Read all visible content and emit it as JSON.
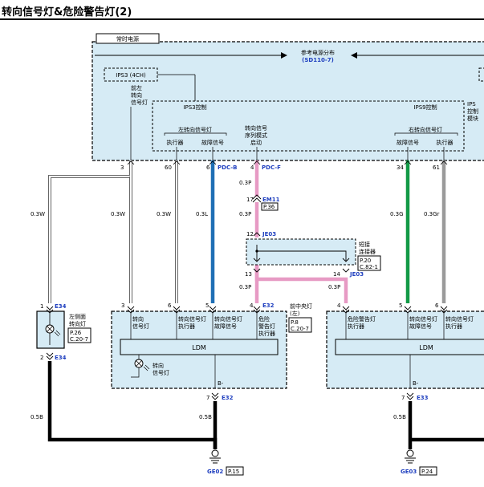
{
  "title": "转向信号灯&危险警告灯(2)",
  "top_box": {
    "constant_power_label": "常时电源",
    "ref_power_line1": "参考电源分布",
    "ref_power_line2": "(SD110-7)",
    "ips3_4ch": "IPS3 (4CH)",
    "front_left_turn": [
      "前左",
      "转向",
      "信号灯"
    ],
    "ips3_control": "IPS3控制",
    "ips9_control": "IPS9控制",
    "ips_module": [
      "IPS",
      "控制",
      "模块"
    ],
    "left_turn_lamp": "左转向信号灯",
    "right_turn_lamp": "右转向信号灯",
    "executor": "执行器",
    "fault_signal": "故障信号",
    "turn_seq_mode": [
      "转向信号",
      "序列模式",
      "启动"
    ]
  },
  "pins_top": [
    {
      "pin": "3",
      "wire": "0.3W"
    },
    {
      "pin": "60",
      "wire": "0.3W"
    },
    {
      "pin": "6",
      "connector": "PDC-B",
      "wire": "0.3L"
    },
    {
      "pin": "4",
      "connector": "PDC-F",
      "wire": "0.3P"
    },
    {
      "pin": "34",
      "wire": "0.3G"
    },
    {
      "pin": "61",
      "wire": "0.3Gr"
    }
  ],
  "left_wire": "0.3W",
  "em11": {
    "pin": "17",
    "connector": "EM11",
    "page": "P.36",
    "wire": "0.3P"
  },
  "je03_top": {
    "pin": "12",
    "connector": "JE03"
  },
  "short_connector": {
    "label": [
      "短接",
      "连接器"
    ],
    "page": [
      "P.20",
      "C.82-1"
    ]
  },
  "je03_bottom": [
    {
      "pin": "13",
      "wire": "0.3P"
    },
    {
      "pin": "14",
      "connector": "JE03",
      "wire": "0.3P"
    }
  ],
  "side_lamp": {
    "pin_top": "1",
    "connector_top": "E34",
    "label": [
      "左侧面",
      "转向灯"
    ],
    "page": [
      "P.26",
      "C.20-7"
    ],
    "pin_bottom": "2",
    "connector_bottom": "E34",
    "wire_bottom": "0.5B"
  },
  "ldm_left": {
    "pins": [
      "3",
      "6",
      "5",
      "4"
    ],
    "connector": "E32",
    "labels": [
      [
        "转向",
        "信号灯"
      ],
      [
        "转向信号灯",
        "执行器"
      ],
      [
        "转向信号灯",
        "故障信号"
      ],
      [
        "危险",
        "警告灯",
        "执行器"
      ]
    ],
    "ldm": "LDM",
    "lamp_label": [
      "转向",
      "信号灯"
    ],
    "ground_node": "B-",
    "name": [
      "前中央灯",
      "(左)"
    ],
    "page": [
      "P.8",
      "C.20-7"
    ],
    "out_pin": "7",
    "out_connector": "E32",
    "out_wire": "0.5B"
  },
  "ldm_right": {
    "pins": [
      "4",
      "5",
      "6"
    ],
    "labels": [
      [
        "危险警告灯",
        "执行器"
      ],
      [
        "转向信号灯",
        "故障信号"
      ],
      [
        "转向信号灯",
        "执行器"
      ]
    ],
    "ldm": "LDM",
    "ground_node": "B-",
    "out_pin": "7",
    "out_connector": "E33",
    "out_wire": "0.5B"
  },
  "grounds": [
    {
      "name": "GE02",
      "page": "P.15"
    },
    {
      "name": "GE03",
      "page": "P.24"
    }
  ],
  "colors": {
    "box_fill": "#d6ebf5",
    "wire_blue": "#1f6fb5",
    "wire_pink": "#e79ac4",
    "wire_green": "#139a47",
    "wire_gray": "#9a9a9a",
    "connector_text": "#1f3fbf"
  }
}
